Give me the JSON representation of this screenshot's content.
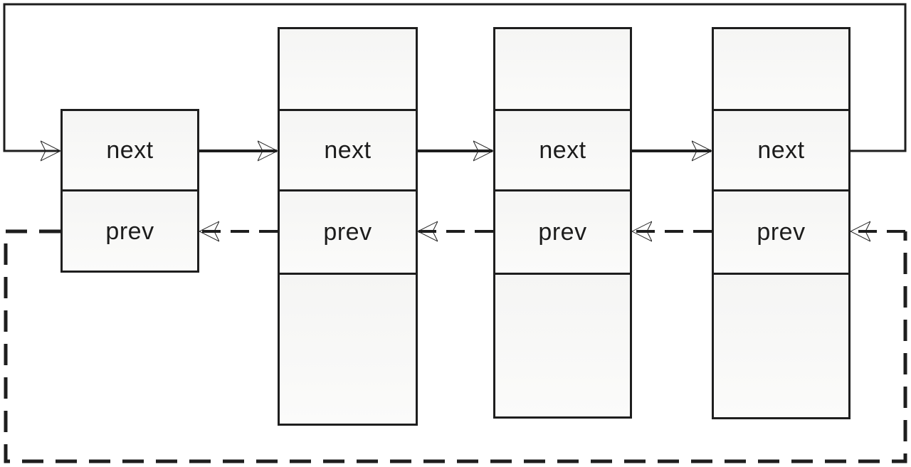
{
  "diagram": {
    "type": "circular-doubly-linked-list",
    "node_count": 4,
    "colors": {
      "line": "#1e1e1e",
      "cell_fill": "#f7f7f6",
      "background": "#ffffff",
      "text": "#1c1c1c"
    }
  },
  "nodes": [
    {
      "id": 1,
      "cells": {
        "next": "next",
        "prev": "prev"
      }
    },
    {
      "id": 2,
      "cells": {
        "data_top": "",
        "next": "next",
        "prev": "prev",
        "data_bottom": ""
      }
    },
    {
      "id": 3,
      "cells": {
        "data_top": "",
        "next": "next",
        "prev": "prev",
        "data_bottom": ""
      }
    },
    {
      "id": 4,
      "cells": {
        "data_top": "",
        "next": "next",
        "prev": "prev",
        "data_bottom": ""
      }
    }
  ],
  "links": {
    "next_chain_solid": [
      "1-2",
      "2-3",
      "3-4"
    ],
    "next_wrap_solid_over_top": "4-1",
    "prev_chain_dashed": [
      "2-1",
      "3-2",
      "4-3"
    ],
    "prev_wrap_dashed_under_bottom": "1-4"
  }
}
